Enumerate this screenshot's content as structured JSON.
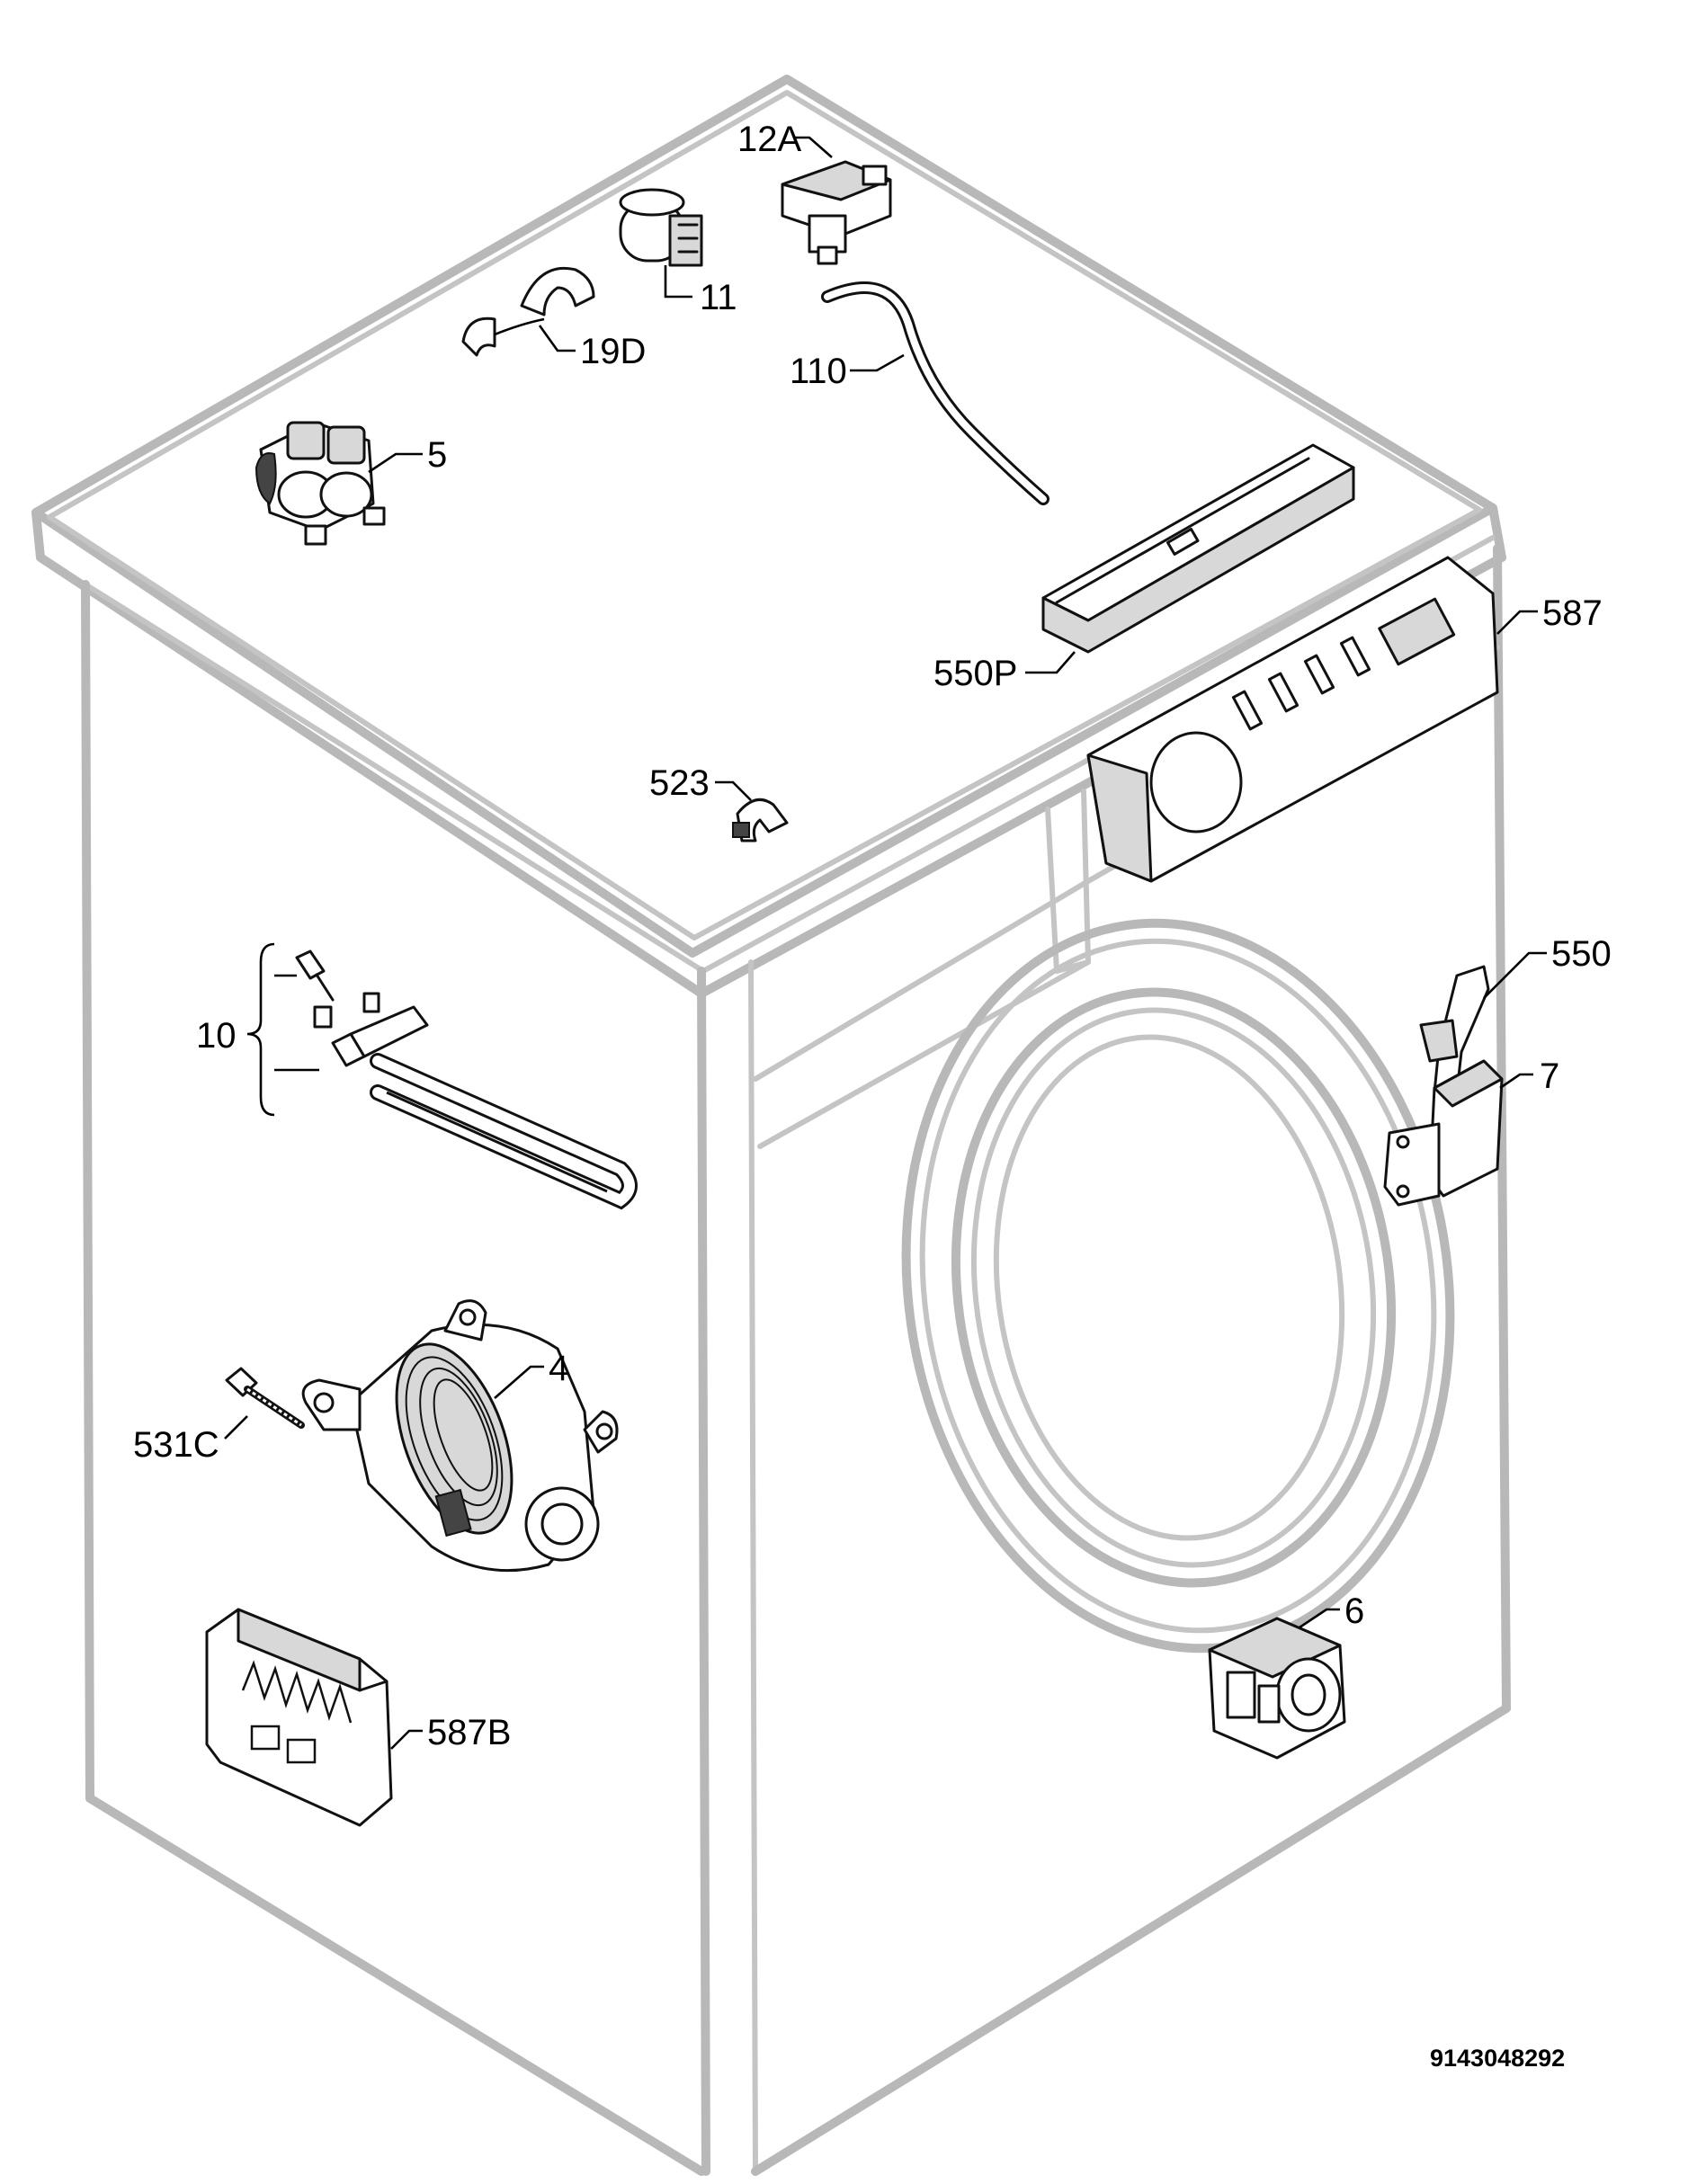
{
  "callouts": {
    "p12a": "12A",
    "p11": "11",
    "p19d": "19D",
    "p110": "110",
    "p5": "5",
    "p587": "587",
    "p550p": "550P",
    "p523": "523",
    "p550": "550",
    "p10": "10",
    "p7": "7",
    "p4": "4",
    "p531c": "531C",
    "p6": "6",
    "p587b": "587B"
  },
  "drawing_code": "9143048292"
}
